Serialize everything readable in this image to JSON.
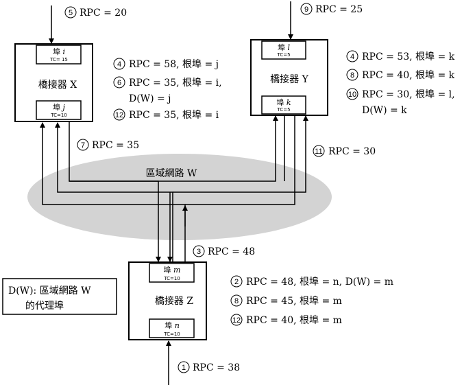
{
  "network": {
    "label": "區域網路 W"
  },
  "legend": {
    "line1": "D(W): 區域網路 W",
    "line2": "的代理埠"
  },
  "bridges": {
    "x": {
      "title": "橋接器 X",
      "top_port": {
        "name_prefix": "埠 ",
        "name_var": "i",
        "tc": "TC= 15"
      },
      "bottom_port": {
        "name_prefix": "埠 ",
        "name_var": "j",
        "tc": "TC=10"
      }
    },
    "y": {
      "title": "橋接器 Y",
      "top_port": {
        "name_prefix": "埠 ",
        "name_var": "l",
        "tc": "TC=5"
      },
      "bottom_port": {
        "name_prefix": "埠 ",
        "name_var": "k",
        "tc": "TC=5"
      }
    },
    "z": {
      "title": "橋接器 Z",
      "top_port": {
        "name_prefix": "埠 ",
        "name_var": "m",
        "tc": "TC=10"
      },
      "bottom_port": {
        "name_prefix": "埠 ",
        "name_var": "n",
        "tc": "TC=10"
      }
    }
  },
  "messages": {
    "m5": {
      "num": "5",
      "text": "RPC = 20"
    },
    "m9": {
      "num": "9",
      "text": "RPC = 25"
    },
    "m7": {
      "num": "7",
      "text": "RPC = 35"
    },
    "m11": {
      "num": "11",
      "text": "RPC = 30"
    },
    "m3": {
      "num": "3",
      "text": "RPC = 48"
    },
    "m1": {
      "num": "1",
      "text": "RPC = 38"
    }
  },
  "x_states": [
    {
      "num": "4",
      "text": "RPC = 58, 根埠 = j"
    },
    {
      "num": "6",
      "text": "RPC = 35, 根埠 = i,",
      "text2": "D(W) = j"
    },
    {
      "num": "12",
      "text": "RPC = 35, 根埠 = i"
    }
  ],
  "y_states": [
    {
      "num": "4",
      "text": "RPC = 53, 根埠 = k"
    },
    {
      "num": "8",
      "text": "RPC = 40, 根埠 = k"
    },
    {
      "num": "10",
      "text": "RPC = 30, 根埠 = l,",
      "text2": "D(W) = k"
    }
  ],
  "z_states": [
    {
      "num": "2",
      "text": "RPC = 48, 根埠 = n, D(W) = m"
    },
    {
      "num": "8",
      "text": "RPC = 45, 根埠 = m"
    },
    {
      "num": "12",
      "text": "RPC = 40, 根埠 = m"
    }
  ]
}
